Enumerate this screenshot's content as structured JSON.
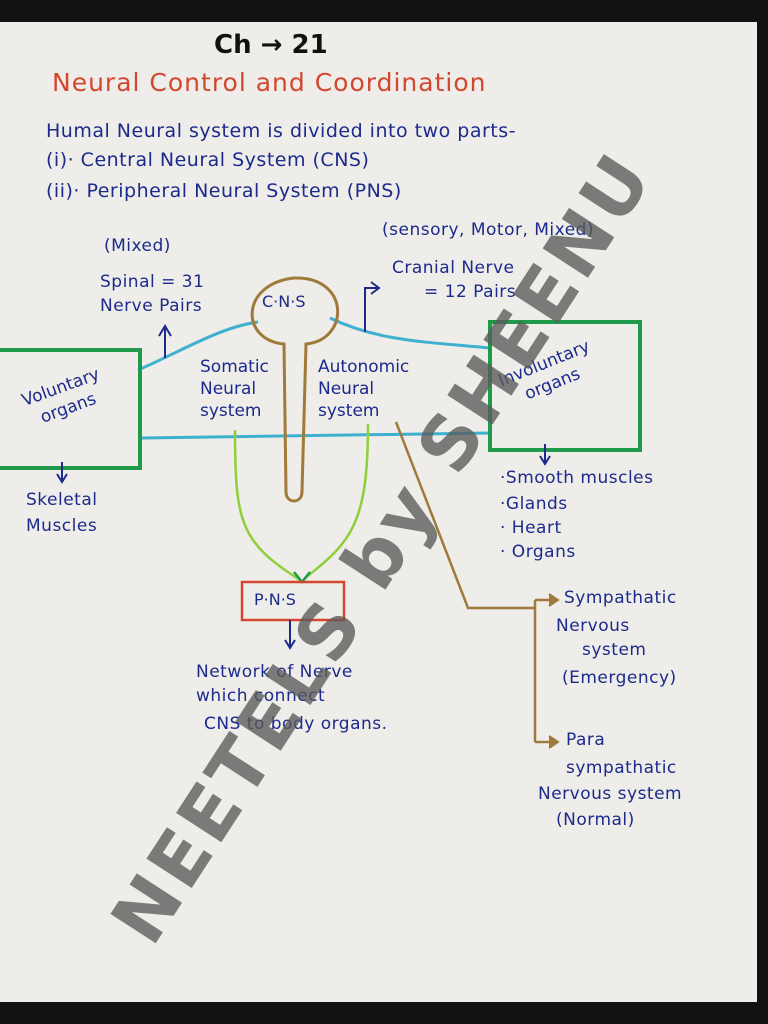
{
  "chapter": "Ch → 21",
  "title": "Neural Control and Coordination",
  "intro": {
    "line1": "Humal Neural system is divided into two parts-",
    "line2": "(i)· Central Neural System (CNS)",
    "line3": "(ii)· Peripheral Neural System (PNS)"
  },
  "spinal": {
    "mixed": "(Mixed)",
    "line1": "Spinal = 31",
    "line2": "Nerve Pairs"
  },
  "cranial": {
    "types": "(sensory, Motor, Mixed)",
    "line1": "Cranial Nerve",
    "line2": "= 12 Pairs"
  },
  "cns_label": "C·N·S",
  "somatic": {
    "line1": "Somatic",
    "line2": "Neural",
    "line3": "system"
  },
  "autonomic": {
    "line1": "Autonomic",
    "line2": "Neural",
    "line3": "system"
  },
  "voluntary": {
    "line1": "Voluntary",
    "line2": "organs"
  },
  "involuntary": {
    "line1": "Involuntary",
    "line2": "organs"
  },
  "skeletal": {
    "line1": "Skeletal",
    "line2": "Muscles"
  },
  "involuntary_list": [
    "·Smooth muscles",
    "·Glands",
    "· Heart",
    "· Organs"
  ],
  "pns_label": "P·N·S",
  "pns_desc": {
    "line1": "Network of Nerve",
    "line2": "which connect",
    "line3": "CNS to body organs."
  },
  "sympathetic": {
    "line1": "Sympathatic",
    "line2": "Nervous",
    "line3": "system",
    "line4": "(Emergency)"
  },
  "parasympathetic": {
    "line1": "Para",
    "line2": "sympathatic",
    "line3": "Nervous system",
    "line4": "(Normal)"
  },
  "watermark": "NEETELS by SHEENU",
  "colors": {
    "red": "#d4462e",
    "blue": "#1c2a8c",
    "green": "#1e9a4a",
    "cyan": "#3fb0cf",
    "brown": "#a07a3a",
    "lime": "#8fcf3a"
  }
}
